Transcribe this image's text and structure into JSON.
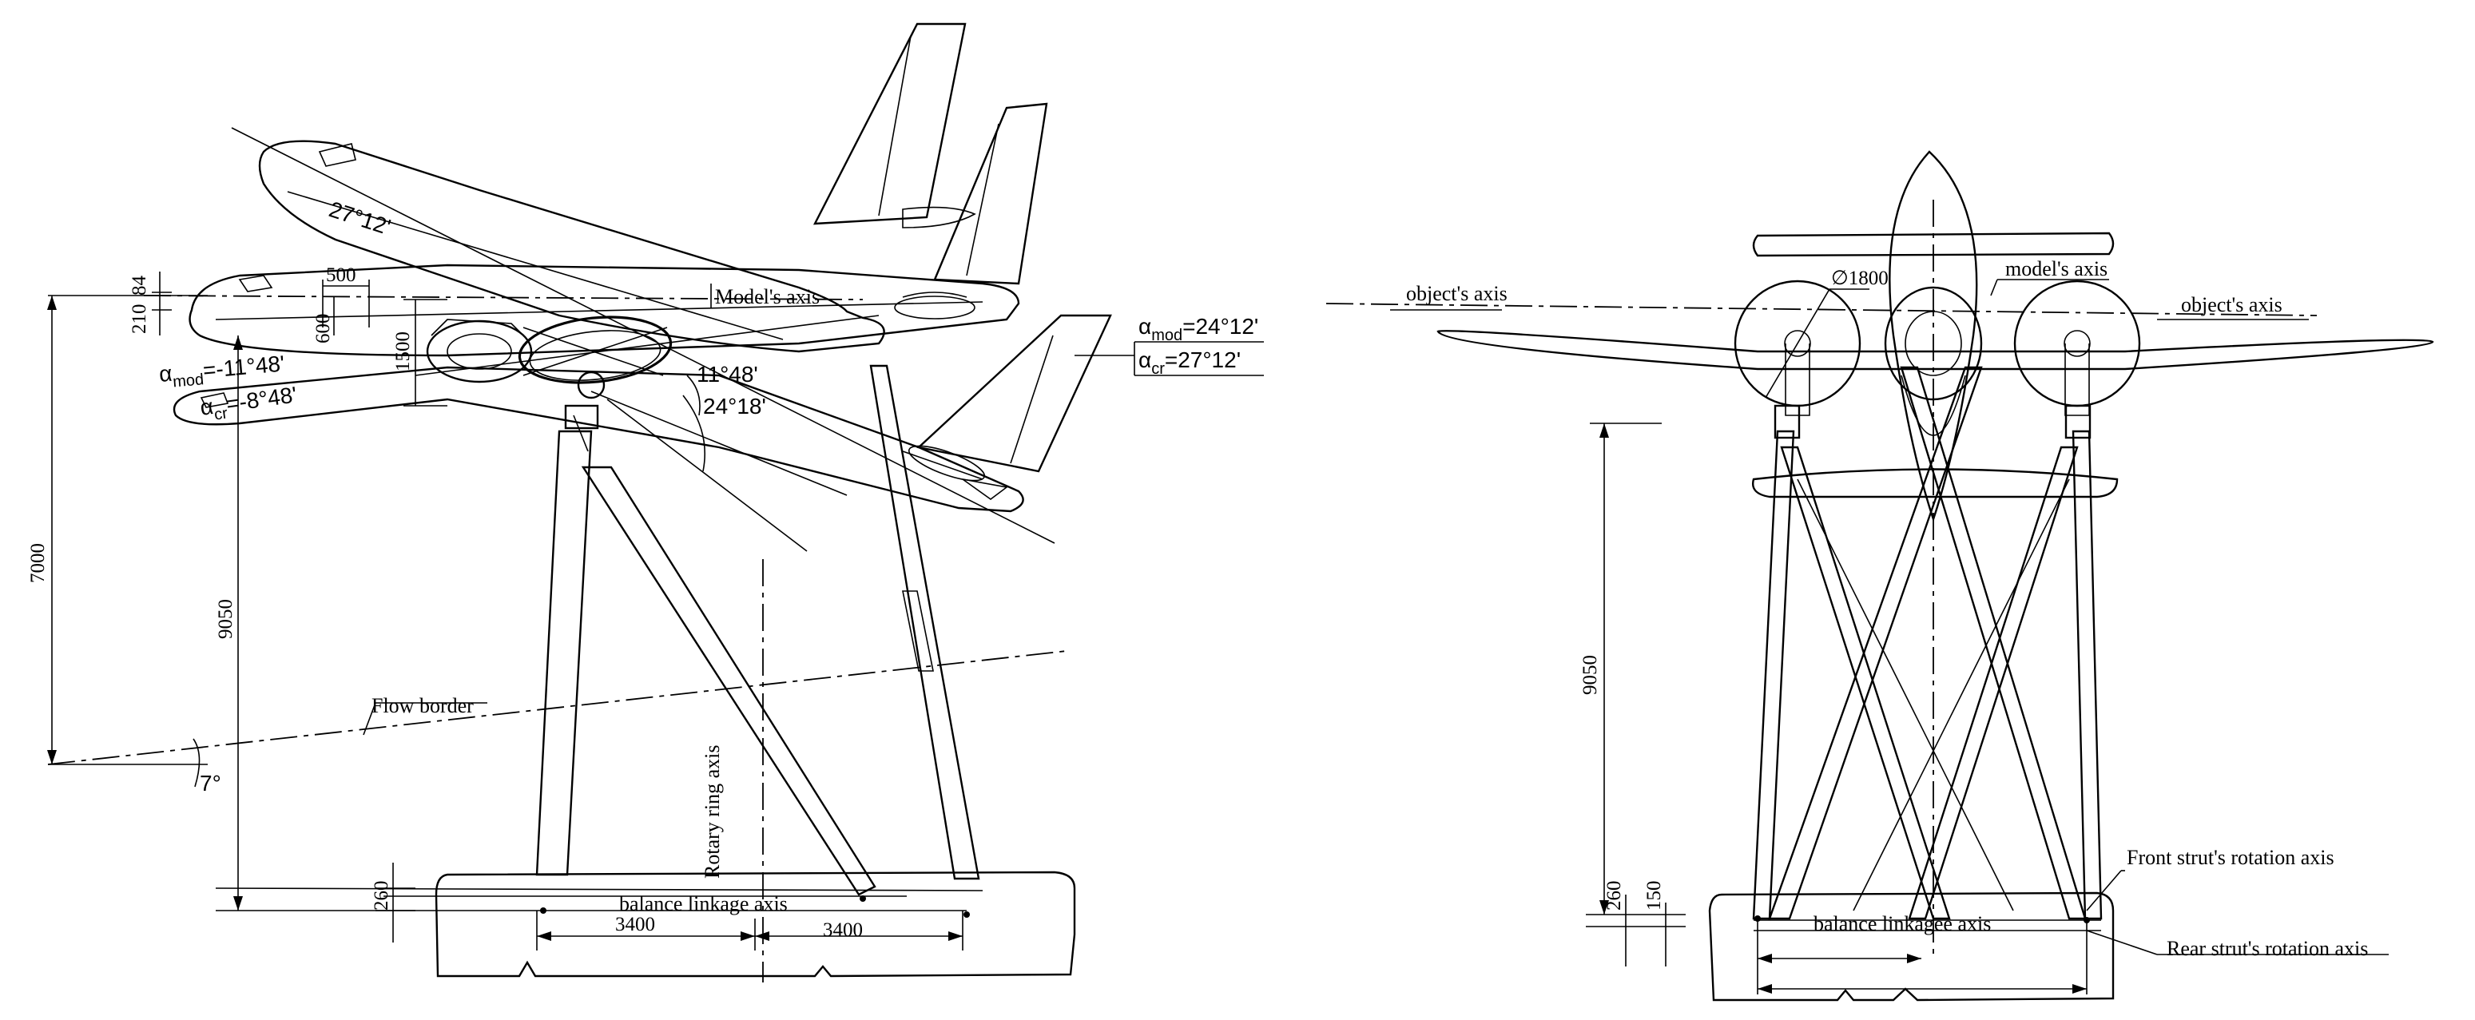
{
  "side_view": {
    "labels": {
      "models_axis": "Model's axis",
      "flow_border": "Flow border",
      "rotary_ring_axis": "Rotary ring axis",
      "balance_linkage_axis": "balance linkage axis"
    },
    "angles": {
      "fuselage_angle": "27°12'",
      "alpha_mod_upper": "α",
      "alpha_mod_upper_sub": "mod",
      "alpha_mod_upper_val": "=24°12'",
      "alpha_cr_upper": "α",
      "alpha_cr_upper_sub": "cr",
      "alpha_cr_upper_val": "=27°12'",
      "alpha_mod_lower": "α",
      "alpha_mod_lower_sub": "mod",
      "alpha_mod_lower_val": "=-11°48'",
      "alpha_cr_lower": "α",
      "alpha_cr_lower_sub": "cr",
      "alpha_cr_lower_val": "=-8°48'",
      "angle_a": "11°48'",
      "angle_b": "24°18'",
      "flow_angle": "7°"
    },
    "dimensions": {
      "d_210": "210",
      "d_84": "84",
      "d_500": "500",
      "d_600": "600",
      "d_1500": "1500",
      "d_7000": "7000",
      "d_9050": "9050",
      "d_260": "260",
      "d_3400_left": "3400",
      "d_3400_right": "3400"
    }
  },
  "front_view": {
    "labels": {
      "objects_axis_left": "object's axis",
      "objects_axis_right": "object's axis",
      "models_axis": "model's axis",
      "balance_linkage_axis": "balance linkagee axis",
      "front_strut_rotation_axis": "Front strut's rotation axis",
      "rear_strut_rotation_axis": "Rear strut's rotation axis"
    },
    "dimensions": {
      "diameter": "∅1800",
      "d_9050": "9050",
      "d_260": "260",
      "d_150": "150"
    }
  }
}
